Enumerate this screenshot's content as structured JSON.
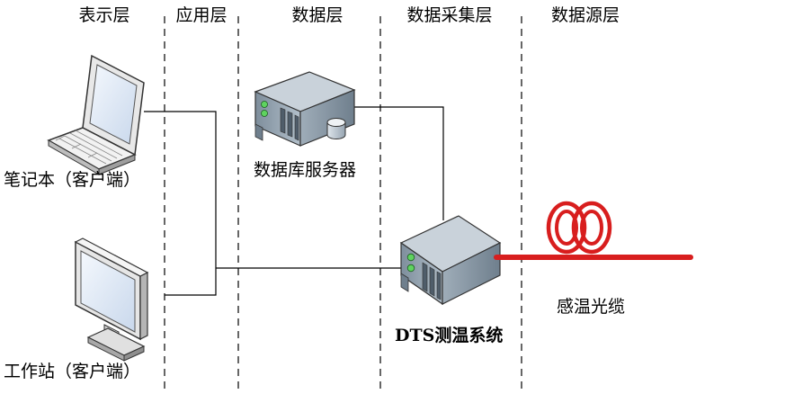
{
  "layers": [
    {
      "id": "presentation",
      "title": "表示层"
    },
    {
      "id": "application",
      "title": "应用层"
    },
    {
      "id": "data",
      "title": "数据层"
    },
    {
      "id": "acquisition",
      "title": "数据采集层"
    },
    {
      "id": "source",
      "title": "数据源层"
    }
  ],
  "nodes": {
    "laptop": {
      "label": "笔记本（客户端）",
      "icon": "laptop-icon"
    },
    "workstation": {
      "label": "工作站（客户端）",
      "icon": "monitor-icon"
    },
    "db_server": {
      "label": "数据库服务器",
      "icon": "server-database-icon"
    },
    "dts": {
      "label": "DTS测温系统",
      "icon": "server-icon"
    },
    "fiber": {
      "label": "感温光缆",
      "icon": "fiber-coil-icon"
    }
  },
  "colors": {
    "fiber": "#d81e1e",
    "line": "#000000",
    "server_body": "#8a9aa8",
    "server_top": "#c9d2da",
    "screen": "#dfe8f5"
  }
}
